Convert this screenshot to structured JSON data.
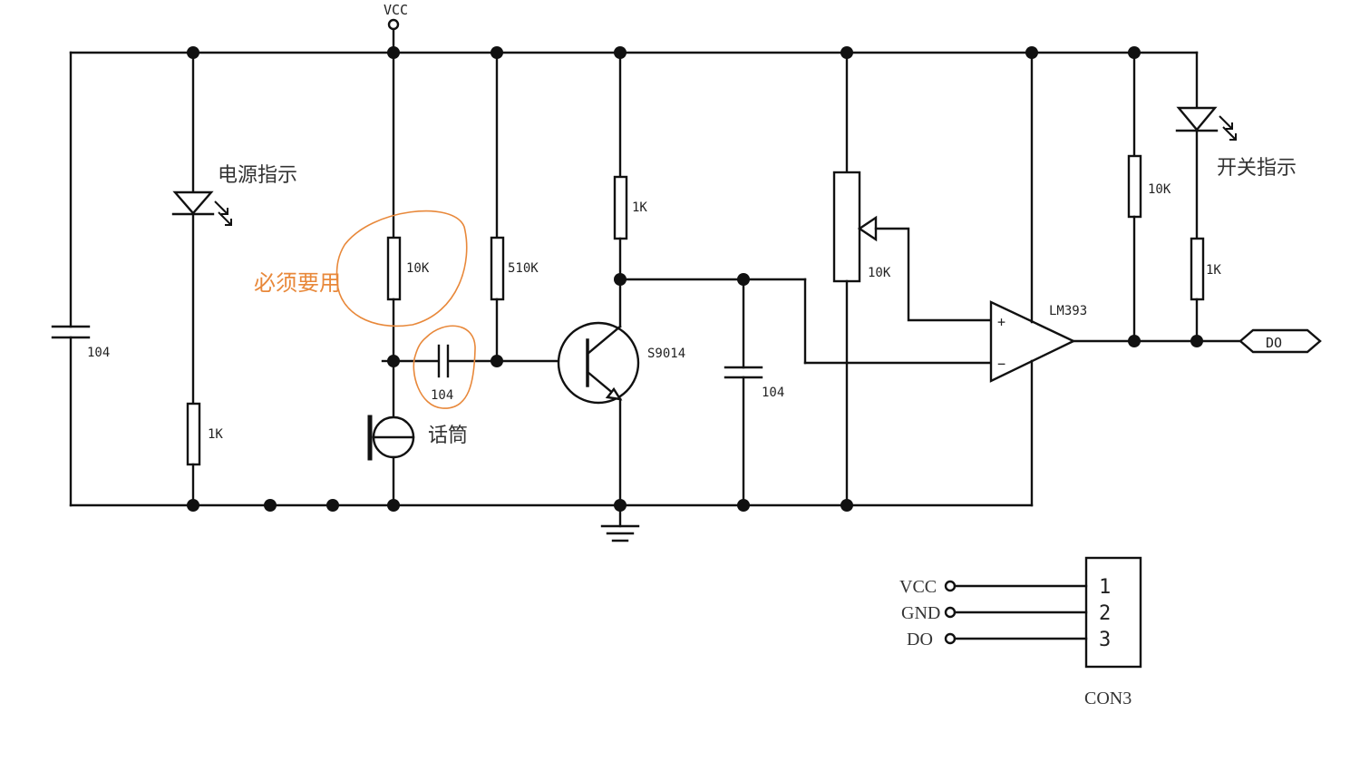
{
  "colors": {
    "wire": "#111111",
    "annotation": "#e8883a"
  },
  "labels": {
    "vcc_top": "VCC",
    "c1": "104",
    "led1_label": "电源指示",
    "r_led1": "1K",
    "r_bias": "10K",
    "r_base": "510K",
    "c_couple": "104",
    "mic_label": "话筒",
    "r_collector": "1K",
    "transistor": "S9014",
    "c_filter": "104",
    "pot": "10K",
    "comparator": "LM393",
    "plus": "+",
    "minus": "−",
    "r_pullup": "10K",
    "r_led2": "1K",
    "led2_label": "开关指示",
    "output": "DO"
  },
  "annotation": {
    "text": "必须要用"
  },
  "connector": {
    "name": "CON3",
    "pins": [
      {
        "signal": "VCC",
        "number": "1"
      },
      {
        "signal": "GND",
        "number": "2"
      },
      {
        "signal": "DO",
        "number": "3"
      }
    ]
  }
}
